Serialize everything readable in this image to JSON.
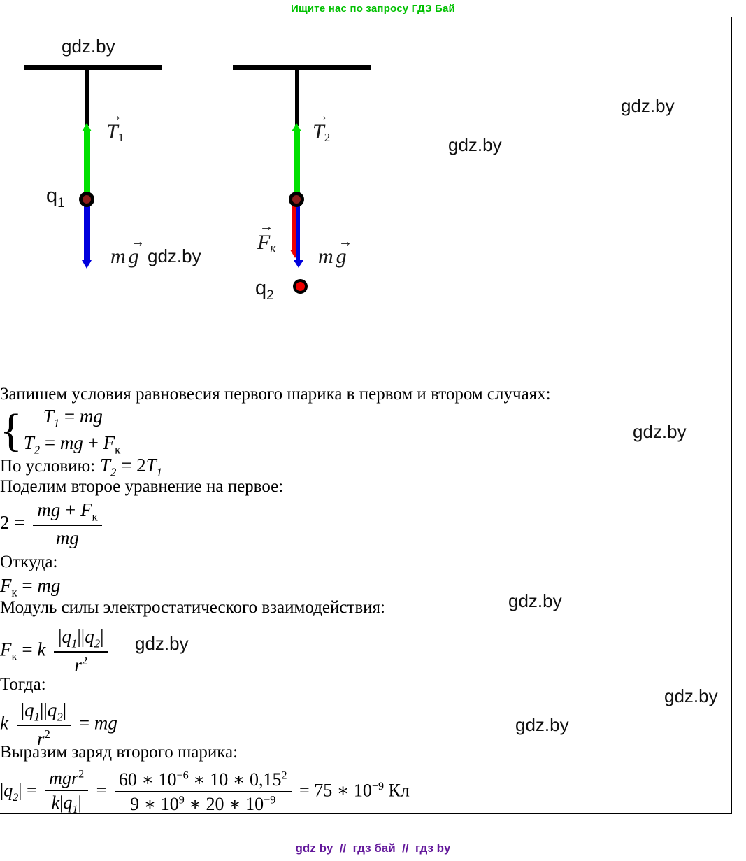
{
  "header": {
    "promo_text": "Ищите нас по запросу ГДЗ Бай",
    "promo_color": "#00c000"
  },
  "watermarks": {
    "text": "gdz.by",
    "items": [
      {
        "label": "wm-top-left",
        "text": "gdz.by"
      },
      {
        "label": "wm-diagram-left",
        "text": "gdz.by"
      },
      {
        "label": "wm-right-upper",
        "text": "gdz.by"
      },
      {
        "label": "wm-right-mid",
        "text": "gdz.by"
      },
      {
        "label": "wm-equations",
        "text": "gdz.by"
      },
      {
        "label": "wm-coulomb",
        "text": "gdz.by"
      },
      {
        "label": "wm-modulus",
        "text": "gdz.by"
      },
      {
        "label": "wm-right-lower",
        "text": "gdz.by"
      },
      {
        "label": "wm-bottom",
        "text": "gdz.by"
      }
    ]
  },
  "diagram": {
    "colors": {
      "tension": "#00e000",
      "gravity": "#0000dd",
      "coulomb": "#ee0000",
      "support": "#000000",
      "ball_ring": "#000000",
      "ball_fill_left": "#8b1a1a",
      "ball_fill_right": "#ee0000"
    },
    "case1": {
      "tension_label_base": "T",
      "tension_label_sub": "1",
      "weight_label_m": "m",
      "weight_label_g": "g",
      "charge_label_base": "q",
      "charge_label_sub": "1",
      "vector_overbar": "→"
    },
    "case2": {
      "tension_label_base": "T",
      "tension_label_sub": "2",
      "weight_label_m": "m",
      "weight_label_g": "g",
      "coulomb_label_base": "F",
      "coulomb_label_sub": "к",
      "charge_label_base": "q",
      "charge_label_sub": "2",
      "vector_overbar": "→"
    }
  },
  "solution": {
    "intro": "Запишем условия равновесия первого шарика в первом и втором случаях:",
    "system": {
      "eq1": {
        "lhs": "T",
        "lhs_sub": "1",
        "rel": "=",
        "rhs": "mg"
      },
      "eq2": {
        "lhs": "T",
        "lhs_sub": "2",
        "rel": "=",
        "rhs_a": "mg",
        "plus": "+",
        "rhs_b": "F",
        "rhs_b_sub": "к"
      }
    },
    "condition": {
      "prefix": "По условию:",
      "lhs": "T",
      "lhs_sub": "2",
      "rel": "=",
      "coef": "2",
      "rhs": "T",
      "rhs_sub": "1"
    },
    "divide_text": "Поделим второе уравнение на первое:",
    "divide_eq": {
      "lhs": "2",
      "rel": "=",
      "num_a": "mg",
      "num_plus": "+",
      "num_b": "F",
      "num_b_sub": "к",
      "den": "mg"
    },
    "whence_text": "Откуда:",
    "whence_eq": {
      "lhs": "F",
      "lhs_sub": "к",
      "rel": "=",
      "rhs": "mg"
    },
    "coulomb_text": "Модуль силы электростатического взаимодействия:",
    "coulomb_eq": {
      "lhs": "F",
      "lhs_sub": "к",
      "rel": "=",
      "k": "k",
      "num": "|q₁||q₂|",
      "num_q": "q",
      "num_q1_sub": "1",
      "num_q2_sub": "2",
      "den": "r",
      "den_sup": "2"
    },
    "then_text": "Тогда:",
    "then_eq": {
      "k": "k",
      "num_q": "q",
      "q1_sub": "1",
      "q2_sub": "2",
      "den": "r",
      "den_sup": "2",
      "rel": "=",
      "rhs": "mg"
    },
    "express_text": "Выразим заряд второго шарика:",
    "final_eq": {
      "lhs_q": "q",
      "lhs_sub": "2",
      "rel1": "=",
      "f1_num_m": "mgr",
      "f1_num_sup": "2",
      "f1_den_k": "k",
      "f1_den_q": "q",
      "f1_den_sub": "1",
      "rel2": "=",
      "f2_num": "60 ∗ 10−6 ∗ 10 ∗ 0,152",
      "f2_num_a": "60 ∗ 10",
      "f2_num_a_sup": "−6",
      "f2_num_b": " ∗ 10 ∗ 0,15",
      "f2_num_b_sup": "2",
      "f2_den_a": "9 ∗ 10",
      "f2_den_a_sup": "9",
      "f2_den_b": " ∗ 20 ∗ 10",
      "f2_den_b_sup": "−9",
      "rel3": "=",
      "result": "75 ∗ 10",
      "result_sup": "−9",
      "unit": "Кл"
    }
  },
  "footer": {
    "text": "gdz by  //  гдз бай  //  гдз by",
    "color": "#63189b"
  }
}
